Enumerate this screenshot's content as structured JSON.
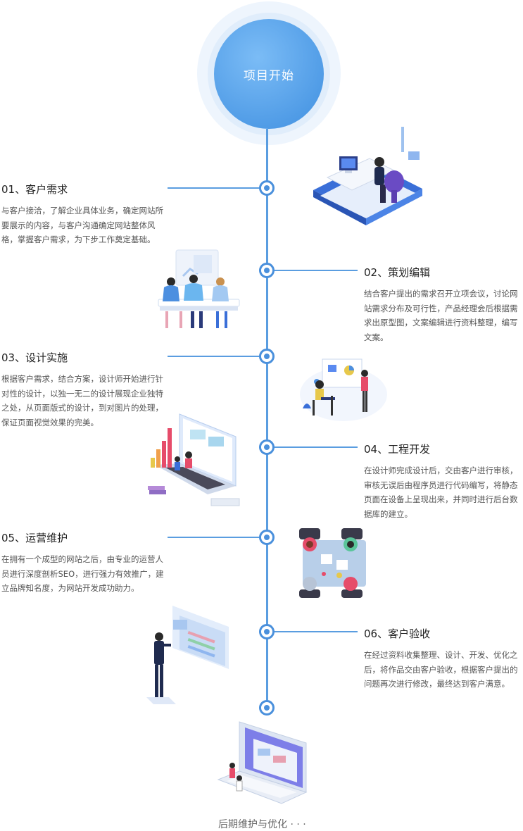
{
  "start": {
    "label": "项目开始"
  },
  "steps": [
    {
      "title": "01、客户需求",
      "desc": "与客户接洽，了解企业具体业务，确定网站所要展示的内容，与客户沟通确定网站整体风格，掌握客户需求，为下步工作奠定基础。"
    },
    {
      "title": "02、策划编辑",
      "desc": "结合客户提出的需求召开立项会议，讨论网站需求分布及可行性，产品经理会后根据需求出原型图，文案编辑进行资料整理，编写文案。"
    },
    {
      "title": "03、设计实施",
      "desc": "根据客户需求，结合方案，设计师开始进行针对性的设计，以独一无二的设计展现企业独特之处，从页面版式的设计，到对图片的处理，保证页面视觉效果的完美。"
    },
    {
      "title": "04、工程开发",
      "desc": "在设计师完成设计后，交由客户进行审核，审核无误后由程序员进行代码编写，将静态页面在设备上呈现出来，并同时进行后台数据库的建立。"
    },
    {
      "title": "05、运营维护",
      "desc": "在拥有一个成型的网站之后，由专业的运营人员进行深度剖析SEO，进行强力有效推广，建立品牌知名度，为网站开发成功助力。"
    },
    {
      "title": "06、客户验收",
      "desc": "在经过资料收集整理、设计、开发、优化之后，将作品交由客户验收，根据客户提出的问题再次进行修改，最终达到客户满意。"
    }
  ],
  "footer": {
    "label": "后期维护与优化 · · ·"
  },
  "colors": {
    "accent": "#4a90dc",
    "line": "#5a9de0",
    "circle": "#3f8fe0"
  },
  "icons": [
    "office-desk-illustration",
    "team-meeting-illustration",
    "design-presentation-illustration",
    "laptop-development-illustration",
    "team-table-illustration",
    "presenter-screen-illustration",
    "laptop-final-illustration"
  ]
}
